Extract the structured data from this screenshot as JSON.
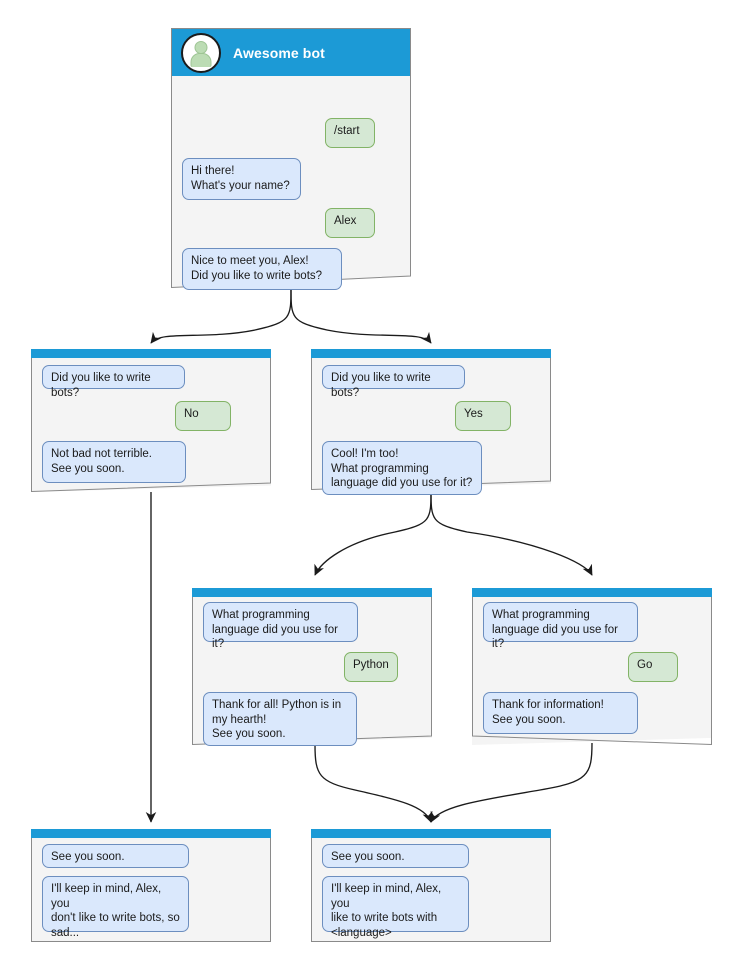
{
  "diagram": {
    "title": "Awesome bot chat flow",
    "colors": {
      "titlebar": "#1c9ad6",
      "node_body": "#f4f4f4",
      "node_border": "#8a8a8a",
      "bot_bubble_fill": "#dae8fc",
      "bot_bubble_border": "#6c8ebf",
      "user_bubble_fill": "#d5e8d4",
      "user_bubble_border": "#82b366",
      "edge": "#1b1b1b"
    }
  },
  "nodes": {
    "root": {
      "header_title": "Awesome bot",
      "avatar_icon": "user-avatar-icon",
      "messages": [
        {
          "from": "user",
          "text": "/start"
        },
        {
          "from": "bot",
          "text": "Hi there!\nWhat's your name?"
        },
        {
          "from": "user",
          "text": "Alex"
        },
        {
          "from": "bot",
          "text": "Nice to meet you, Alex!\nDid you like to write bots?"
        }
      ]
    },
    "no_branch": {
      "messages": [
        {
          "from": "bot",
          "text": "Did you like to write bots?"
        },
        {
          "from": "user",
          "text": "No"
        },
        {
          "from": "bot",
          "text": "Not bad not terrible.\nSee you soon."
        }
      ]
    },
    "yes_branch": {
      "messages": [
        {
          "from": "bot",
          "text": "Did you like to write bots?"
        },
        {
          "from": "user",
          "text": "Yes"
        },
        {
          "from": "bot",
          "text": "Cool! I'm too!\nWhat programming\nlanguage did you use for it?"
        }
      ]
    },
    "python_branch": {
      "messages": [
        {
          "from": "bot",
          "text": "What programming\nlanguage did you use for it?"
        },
        {
          "from": "user",
          "text": "Python"
        },
        {
          "from": "bot",
          "text": "Thank for all! Python is in\nmy hearth!\nSee you soon."
        }
      ]
    },
    "go_branch": {
      "messages": [
        {
          "from": "bot",
          "text": "What programming\nlanguage did you use for it?"
        },
        {
          "from": "user",
          "text": "Go"
        },
        {
          "from": "bot",
          "text": "Thank for information!\nSee you soon."
        }
      ]
    },
    "end_no": {
      "messages": [
        {
          "from": "bot",
          "text": "See you soon."
        },
        {
          "from": "bot",
          "text": "I'll keep in mind, Alex, you\ndon't like to write bots, so\nsad..."
        }
      ]
    },
    "end_yes": {
      "messages": [
        {
          "from": "bot",
          "text": "See you soon."
        },
        {
          "from": "bot",
          "text": "I'll keep in mind, Alex, you\nlike to write bots with\n<language>"
        }
      ]
    }
  }
}
